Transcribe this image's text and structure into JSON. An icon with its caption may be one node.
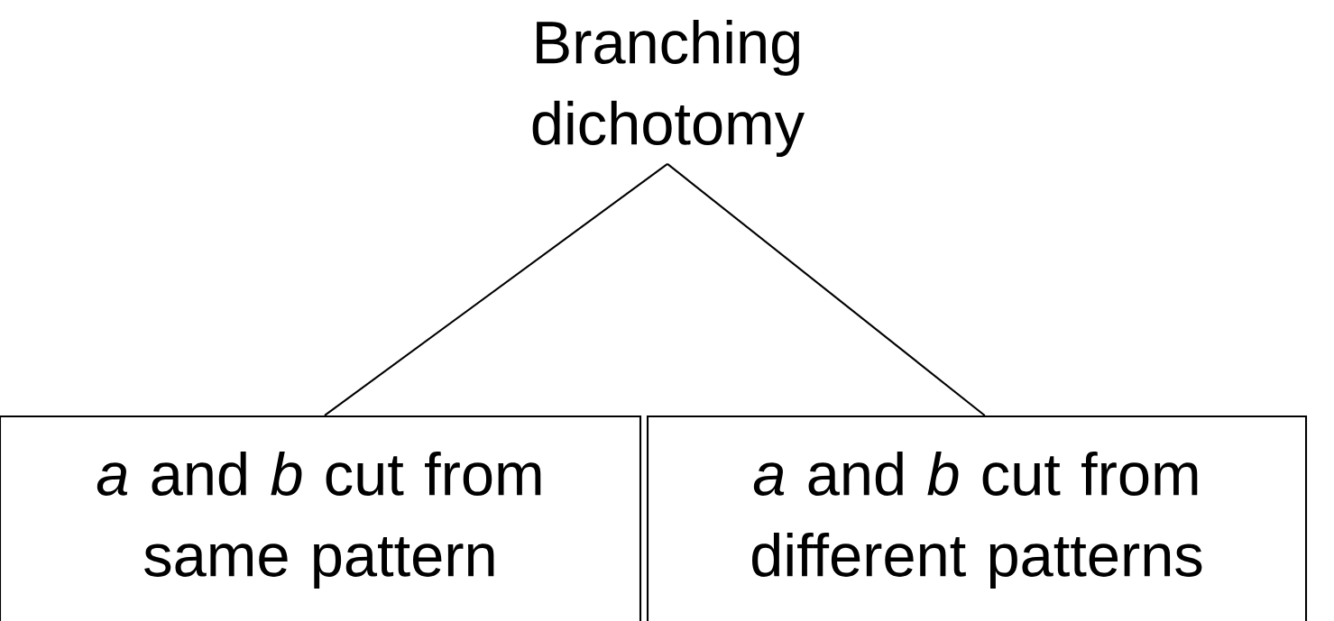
{
  "diagram": {
    "nodes": [
      {
        "text": [
          "Branching dichotomy"
        ]
      },
      {
        "text": [
          "*a* and *b* cut from same pattern"
        ]
      },
      {
        "text": [
          "*a* and *b* cut from different patterns"
        ]
      }
    ],
    "edges": [
      {
        "from": 0,
        "to": 1,
        "arrow": "none"
      },
      {
        "from": 0,
        "to": 2,
        "arrow": "none"
      }
    ]
  }
}
